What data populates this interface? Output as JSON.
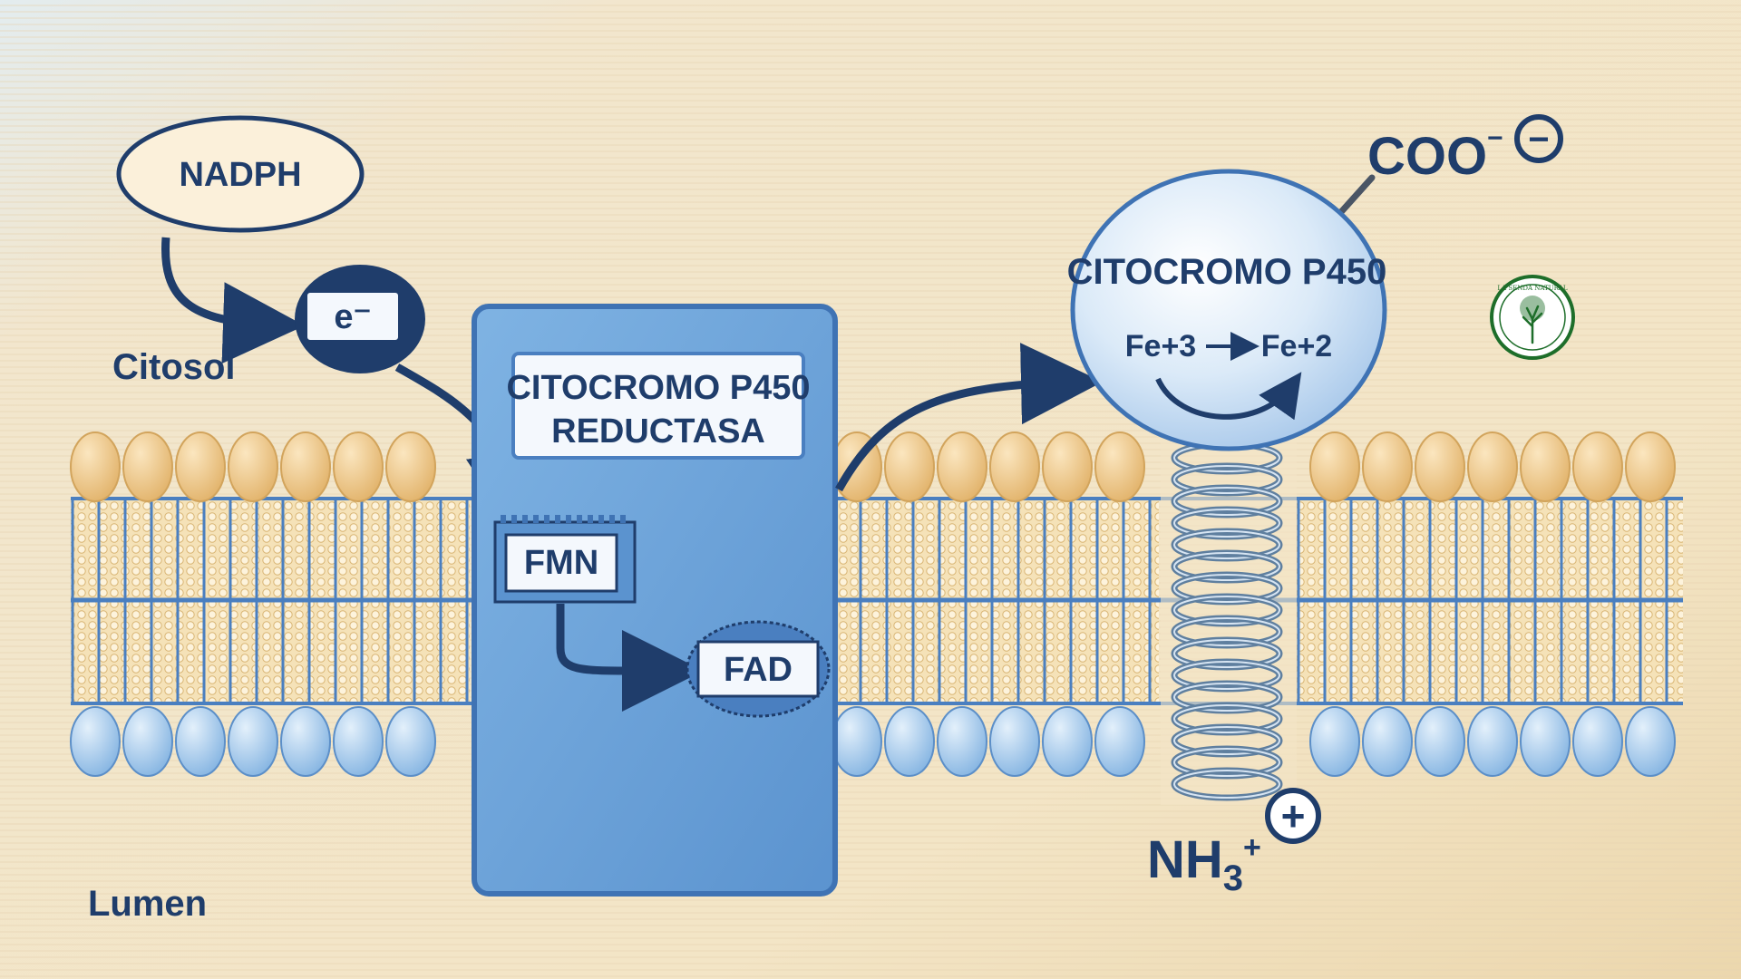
{
  "labels": {
    "nadph": "NADPH",
    "electron": "e⁻",
    "citosol": "Citosol",
    "lumen": "Lumen",
    "reductase_line1": "CITOCROMO P450",
    "reductase_line2": "REDUCTASA",
    "fmn": "FMN",
    "fad": "FAD",
    "p450_title": "CITOCROMO P450",
    "fe3": "Fe+3",
    "fe2": "Fe+2",
    "coo": "COO",
    "coo_charge": "−",
    "nh3_base": "NH",
    "nh3_sub": "3",
    "nh3_sup": "+",
    "minus_sign": "−",
    "plus_sign": "+"
  },
  "logo": {
    "text": "LA SENDA NATURAL"
  },
  "colors": {
    "background": "#f1e3c8",
    "navy": "#1f3d6b",
    "membrane_blue": "#4a7fc0",
    "head_tan": "#f0c98a",
    "head_blue": "#a9cdee",
    "reductase_fill": "#6aa3d9",
    "logo_green": "#1e6e2a"
  }
}
